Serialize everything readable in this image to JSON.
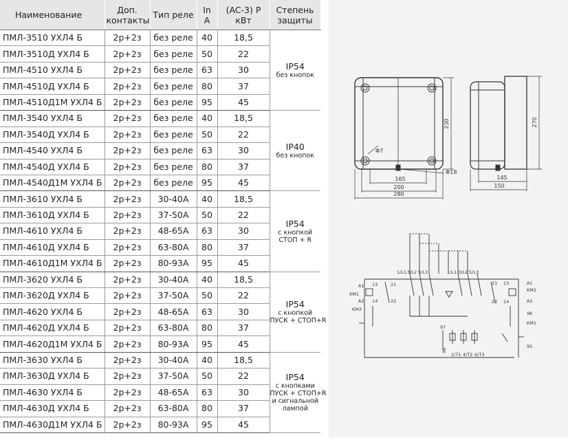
{
  "headers": {
    "name": "Наименование",
    "contacts_1": "Доп.",
    "contacts_2": "контакты",
    "relay": "Тип реле",
    "current_1": "In",
    "current_2": "A",
    "power_1": "(AC-3) P",
    "power_2": "кВт",
    "protection_1": "Степень",
    "protection_2": "защиты"
  },
  "groups": [
    {
      "protection": {
        "class": "IP54",
        "lines": [
          "без кнопок"
        ]
      },
      "rows": [
        {
          "name": "ПМЛ-3510 УХЛ4 Б",
          "contacts": "2р+2з",
          "relay": "без реле",
          "current": "40",
          "power": "18,5"
        },
        {
          "name": "ПМЛ-3510Д УХЛ4 Б",
          "contacts": "2р+2з",
          "relay": "без реле",
          "current": "50",
          "power": "22"
        },
        {
          "name": "ПМЛ-4510 УХЛ4 Б",
          "contacts": "2р+2з",
          "relay": "без реле",
          "current": "63",
          "power": "30"
        },
        {
          "name": "ПМЛ-4510Д УХЛ4 Б",
          "contacts": "2р+2з",
          "relay": "без реле",
          "current": "80",
          "power": "37"
        },
        {
          "name": "ПМЛ-4510Д1М УХЛ4 Б",
          "contacts": "2р+2з",
          "relay": "без реле",
          "current": "95",
          "power": "45"
        }
      ]
    },
    {
      "protection": {
        "class": "IP40",
        "lines": [
          "без кнопок"
        ]
      },
      "rows": [
        {
          "name": "ПМЛ-3540 УХЛ4 Б",
          "contacts": "2р+2з",
          "relay": "без реле",
          "current": "40",
          "power": "18,5"
        },
        {
          "name": "ПМЛ-3540Д УХЛ4 Б",
          "contacts": "2р+2з",
          "relay": "без реле",
          "current": "50",
          "power": "22"
        },
        {
          "name": "ПМЛ-4540 УХЛ4 Б",
          "contacts": "2р+2з",
          "relay": "без реле",
          "current": "63",
          "power": "30"
        },
        {
          "name": "ПМЛ-4540Д УХЛ4 Б",
          "contacts": "2р+2з",
          "relay": "без реле",
          "current": "80",
          "power": "37"
        },
        {
          "name": "ПМЛ-4540Д1М УХЛ4 Б",
          "contacts": "2р+2з",
          "relay": "без реле",
          "current": "95",
          "power": "45"
        }
      ]
    },
    {
      "protection": {
        "class": "IP54",
        "lines": [
          "с кнопкой",
          "СТОП + R"
        ]
      },
      "rows": [
        {
          "name": "ПМЛ-3610 УХЛ4 Б",
          "contacts": "2р+2з",
          "relay": "30-40А",
          "current": "40",
          "power": "18,5"
        },
        {
          "name": "ПМЛ-3610Д УХЛ4 Б",
          "contacts": "2р+2з",
          "relay": "37-50А",
          "current": "50",
          "power": "22"
        },
        {
          "name": "ПМЛ-4610 УХЛ4 Б",
          "contacts": "2р+2з",
          "relay": "48-65А",
          "current": "63",
          "power": "30"
        },
        {
          "name": "ПМЛ-4610Д УХЛ4 Б",
          "contacts": "2р+2з",
          "relay": "63-80А",
          "current": "80",
          "power": "37"
        },
        {
          "name": "ПМЛ-4610Д1М УХЛ4 Б",
          "contacts": "2р+2з",
          "relay": "80-93А",
          "current": "95",
          "power": "45"
        }
      ]
    },
    {
      "protection": {
        "class": "IP54",
        "lines": [
          "с кнопкой",
          "ПУСК + СТОП+R"
        ]
      },
      "rows": [
        {
          "name": "ПМЛ-3620 УХЛ4 Б",
          "contacts": "2р+2з",
          "relay": "30-40А",
          "current": "40",
          "power": "18,5"
        },
        {
          "name": "ПМЛ-3620Д УХЛ4 Б",
          "contacts": "2р+2з",
          "relay": "37-50А",
          "current": "50",
          "power": "22"
        },
        {
          "name": "ПМЛ-4620 УХЛ4 Б",
          "contacts": "2р+2з",
          "relay": "48-65А",
          "current": "63",
          "power": "30"
        },
        {
          "name": "ПМЛ-4620Д УХЛ4 Б",
          "contacts": "2р+2з",
          "relay": "63-80А",
          "current": "80",
          "power": "37"
        },
        {
          "name": "ПМЛ-4620Д1М УХЛ4 Б",
          "contacts": "2р+2з",
          "relay": "80-93А",
          "current": "95",
          "power": "45"
        }
      ]
    },
    {
      "protection": {
        "class": "IP54",
        "lines": [
          "с кнопками",
          "ПУСК + СТОП+R",
          "и сигнальной",
          "лампой"
        ]
      },
      "rows": [
        {
          "name": "ПМЛ-3630 УХЛ4 Б",
          "contacts": "2р+2з",
          "relay": "30-40А",
          "current": "40",
          "power": "18,5"
        },
        {
          "name": "ПМЛ-3630Д УХЛ4 Б",
          "contacts": "2р+2з",
          "relay": "37-50А",
          "current": "50",
          "power": "22"
        },
        {
          "name": "ПМЛ-4630 УХЛ4 Б",
          "contacts": "2р+2з",
          "relay": "48-65А",
          "current": "63",
          "power": "30"
        },
        {
          "name": "ПМЛ-4630Д УХЛ4 Б",
          "contacts": "2р+2з",
          "relay": "63-80А",
          "current": "80",
          "power": "37"
        },
        {
          "name": "ПМЛ-4630Д1М УХЛ4 Б",
          "contacts": "2р+2з",
          "relay": "80-93А",
          "current": "95",
          "power": "45"
        }
      ]
    }
  ],
  "drawing": {
    "dim_230": "230",
    "dim_270": "270",
    "dim_165": "165",
    "dim_200": "200",
    "dim_280": "280",
    "dim_145": "145",
    "dim_150": "150",
    "phi7": "Φ7",
    "phi18": "Φ18"
  },
  "schematic": {
    "phase_in": [
      "1/L1",
      "3/L2",
      "5/L3"
    ],
    "phase_out": [
      "1/L1",
      "3/L2",
      "5/L3"
    ],
    "motor_terms": [
      "2/T1",
      "4/T2",
      "6/T3"
    ],
    "a1": "A1",
    "a2": "A2",
    "km1": "KM1",
    "km2": "KM2",
    "n13": "13",
    "n14": "14",
    "n21": "21",
    "n22": "22",
    "n97": "97",
    "n98": "98",
    "n96": "96",
    "n95": "95"
  }
}
